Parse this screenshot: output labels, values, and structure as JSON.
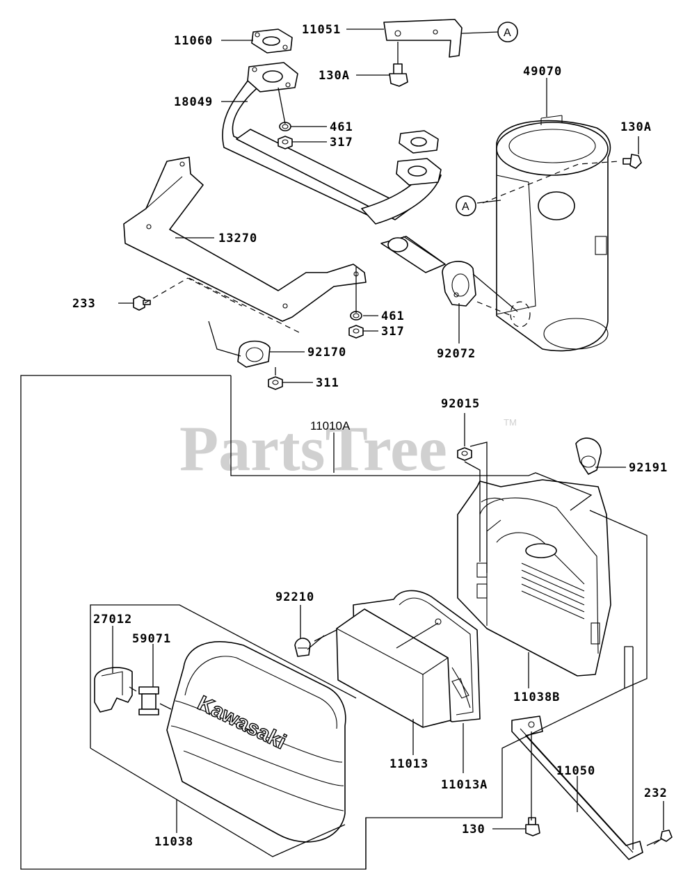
{
  "watermark": {
    "text": "PartsTree",
    "trademark": "TM"
  },
  "brand_text": "Kawasaki",
  "callout_letter": "A",
  "labels": {
    "p11060": "11060",
    "p11051": "11051",
    "p130A_top": "130A",
    "p49070": "49070",
    "p18049": "18049",
    "p461_top": "461",
    "p317_top": "317",
    "p130A_right": "130A",
    "p13270": "13270",
    "p233": "233",
    "p461_mid": "461",
    "p317_mid": "317",
    "p92072": "92072",
    "p92170": "92170",
    "p311": "311",
    "p92015": "92015",
    "p11010A": "11010A",
    "p92191": "92191",
    "p92210": "92210",
    "p27012": "27012",
    "p59071": "59071",
    "p11038B": "11038B",
    "p11013": "11013",
    "p11013A": "11013A",
    "p11050": "11050",
    "p232": "232",
    "p130": "130",
    "p11038": "11038"
  }
}
